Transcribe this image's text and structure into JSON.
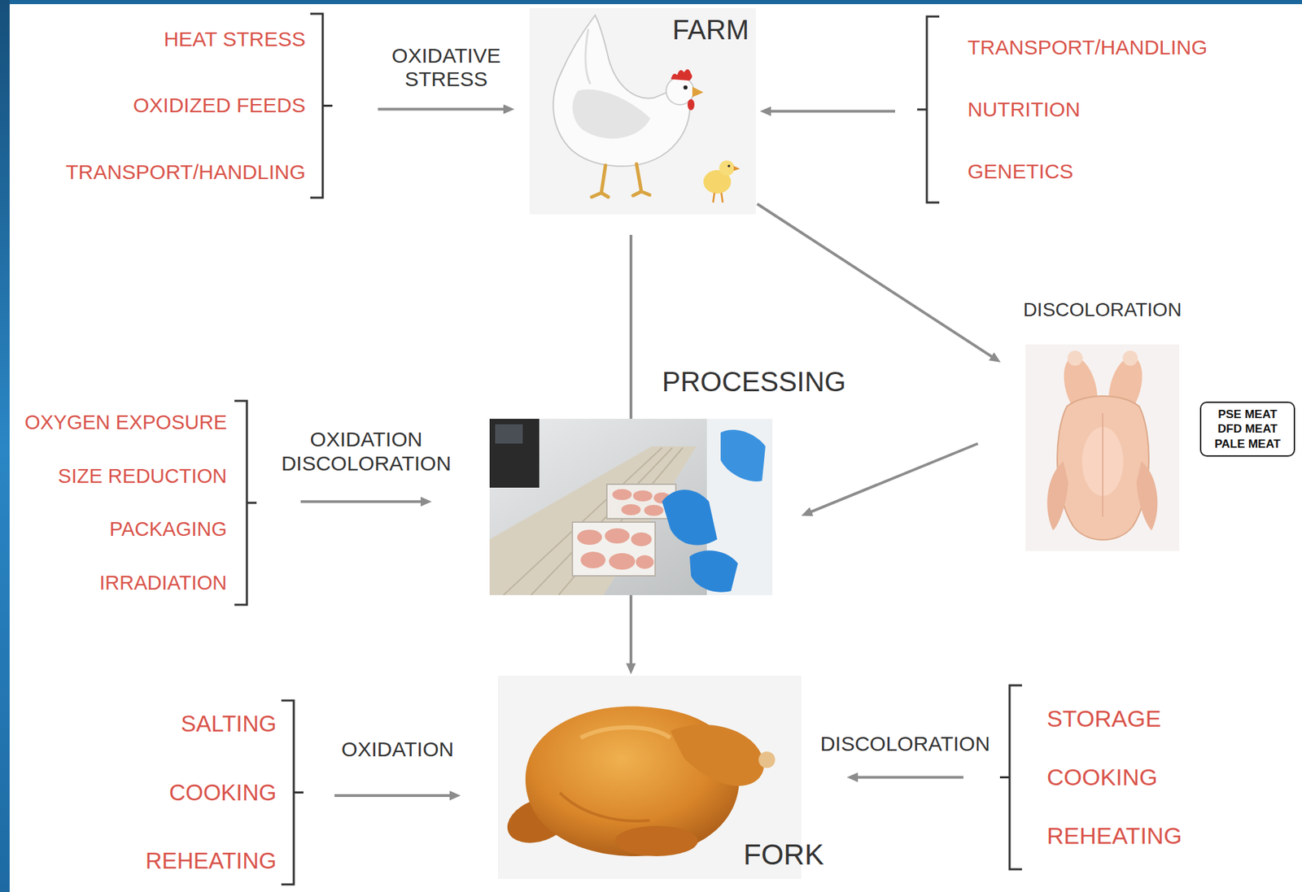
{
  "diagram": {
    "nodes": [
      {
        "text": [
          "HEAT STRESS",
          "OXIDIZED FEEDS",
          "TRANSPORT/HANDLING"
        ]
      },
      {
        "text": [
          "FARM"
        ]
      },
      {
        "text": [
          "TRANSPORT/HANDLING",
          "NUTRITION",
          "GENETICS"
        ]
      },
      {
        "text": [
          "DISCOLORATION"
        ]
      },
      {
        "text": [
          "PSE MEAT DFD MEAT PALE MEAT"
        ]
      },
      {
        "text": [
          "OXYGEN EXPOSURE",
          "SIZE REDUCTION",
          "PACKAGING",
          "IRRADIATION"
        ]
      },
      {
        "text": [
          "PROCESSING"
        ]
      },
      {
        "text": [
          "SALTING",
          "COOKING",
          "REHEATING"
        ]
      },
      {
        "text": [
          "FORK"
        ]
      },
      {
        "text": [
          "STORAGE",
          "COOKING",
          "REHEATING"
        ]
      }
    ],
    "edges": [
      {
        "from": 0,
        "to": 1,
        "arrow": "to",
        "label": "OXIDATIVE STRESS"
      },
      {
        "from": 2,
        "to": 1,
        "arrow": "to"
      },
      {
        "from": 1,
        "to": 3,
        "arrow": "to"
      },
      {
        "from": 1,
        "to": 8,
        "arrow": "to"
      },
      {
        "from": 3,
        "to": 6,
        "arrow": "to"
      },
      {
        "from": 5,
        "to": 6,
        "arrow": "to",
        "label": "OXIDATION DISCOLORATION"
      },
      {
        "from": 7,
        "to": 8,
        "arrow": "to",
        "label": "OXIDATION"
      },
      {
        "from": 9,
        "to": 8,
        "arrow": "to",
        "label": "DISCOLORATION"
      }
    ]
  }
}
